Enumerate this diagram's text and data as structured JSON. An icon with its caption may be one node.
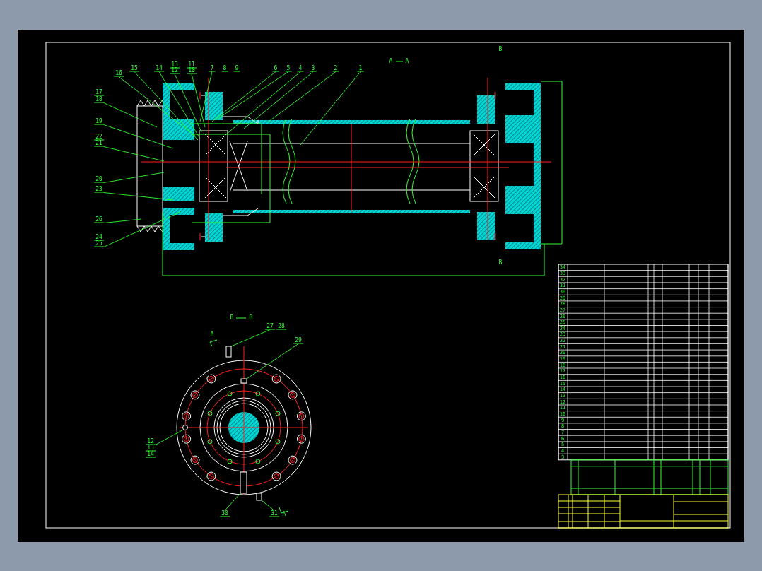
{
  "diagram": {
    "nodes": [
      {
        "text": [
          "16"
        ]
      },
      {
        "text": [
          "15"
        ]
      },
      {
        "text": [
          "14"
        ]
      },
      {
        "text": [
          "13"
        ]
      },
      {
        "text": [
          "12"
        ]
      },
      {
        "text": [
          "11"
        ]
      },
      {
        "text": [
          "10"
        ]
      },
      {
        "text": [
          "7"
        ]
      },
      {
        "text": [
          "8"
        ]
      },
      {
        "text": [
          "9"
        ]
      },
      {
        "text": [
          "6"
        ]
      },
      {
        "text": [
          "5"
        ]
      },
      {
        "text": [
          "4"
        ]
      },
      {
        "text": [
          "3"
        ]
      },
      {
        "text": [
          "2"
        ]
      },
      {
        "text": [
          "1"
        ]
      },
      {
        "text": [
          "17"
        ]
      },
      {
        "text": [
          "18"
        ]
      },
      {
        "text": [
          "19"
        ]
      },
      {
        "text": [
          "22"
        ]
      },
      {
        "text": [
          "21"
        ]
      },
      {
        "text": [
          "20"
        ]
      },
      {
        "text": [
          "23"
        ]
      },
      {
        "text": [
          "26"
        ]
      },
      {
        "text": [
          "24"
        ]
      },
      {
        "text": [
          "25"
        ]
      },
      {
        "text": [
          "27"
        ]
      },
      {
        "text": [
          "28"
        ]
      },
      {
        "text": [
          "29"
        ]
      },
      {
        "text": [
          "12"
        ]
      },
      {
        "text": [
          "13"
        ]
      },
      {
        "text": [
          "14"
        ]
      },
      {
        "text": [
          "30"
        ]
      },
      {
        "text": [
          "31"
        ]
      },
      {
        "text": [],
        "shape": "box"
      },
      {
        "text": [],
        "shape": "box"
      },
      {
        "text": [],
        "shape": "circle"
      },
      {
        "text": [],
        "shape": "box"
      },
      {
        "text": [],
        "shape": "box"
      }
    ],
    "edges": [
      {
        "from": 0,
        "to": null,
        "arrow": "none"
      },
      {
        "from": 1,
        "to": null,
        "arrow": "none"
      },
      {
        "from": 2,
        "to": null,
        "arrow": "none"
      },
      {
        "from": 4,
        "to": null,
        "arrow": "none"
      },
      {
        "from": 6,
        "to": null,
        "arrow": "none"
      },
      {
        "from": 7,
        "to": null,
        "arrow": "none"
      },
      {
        "from": 10,
        "to": null,
        "arrow": "none"
      },
      {
        "from": 11,
        "to": null,
        "arrow": "none"
      },
      {
        "from": 12,
        "to": null,
        "arrow": "none"
      },
      {
        "from": 13,
        "to": null,
        "arrow": "none"
      },
      {
        "from": 14,
        "to": null,
        "arrow": "none"
      },
      {
        "from": 15,
        "to": null,
        "arrow": "none"
      },
      {
        "from": 17,
        "to": null,
        "arrow": "none"
      },
      {
        "from": 18,
        "to": null,
        "arrow": "none"
      },
      {
        "from": 20,
        "to": null,
        "arrow": "none"
      },
      {
        "from": 21,
        "to": null,
        "arrow": "none"
      },
      {
        "from": 22,
        "to": null,
        "arrow": "none"
      },
      {
        "from": 23,
        "to": null,
        "arrow": "none"
      },
      {
        "from": 25,
        "to": null,
        "arrow": "none"
      },
      {
        "from": 26,
        "to": 34,
        "arrow": "none"
      },
      {
        "from": 28,
        "to": 35,
        "arrow": "none"
      },
      {
        "from": 29,
        "to": 36,
        "arrow": "none"
      },
      {
        "from": 32,
        "to": 37,
        "arrow": "none"
      },
      {
        "from": 33,
        "to": 38,
        "arrow": "none"
      }
    ],
    "labels": [
      "A",
      "A",
      "B",
      "B",
      "B",
      "B",
      "A",
      "A",
      "34",
      "33",
      "32",
      "31",
      "30",
      "29",
      "28",
      "27",
      "26",
      "25",
      "24",
      "23",
      "22",
      "21",
      "20",
      "19",
      "18",
      "17",
      "16",
      "15",
      "14",
      "13",
      "12",
      "11",
      "10",
      "9",
      "8",
      "7",
      "6",
      "5",
      "4",
      "3"
    ]
  }
}
